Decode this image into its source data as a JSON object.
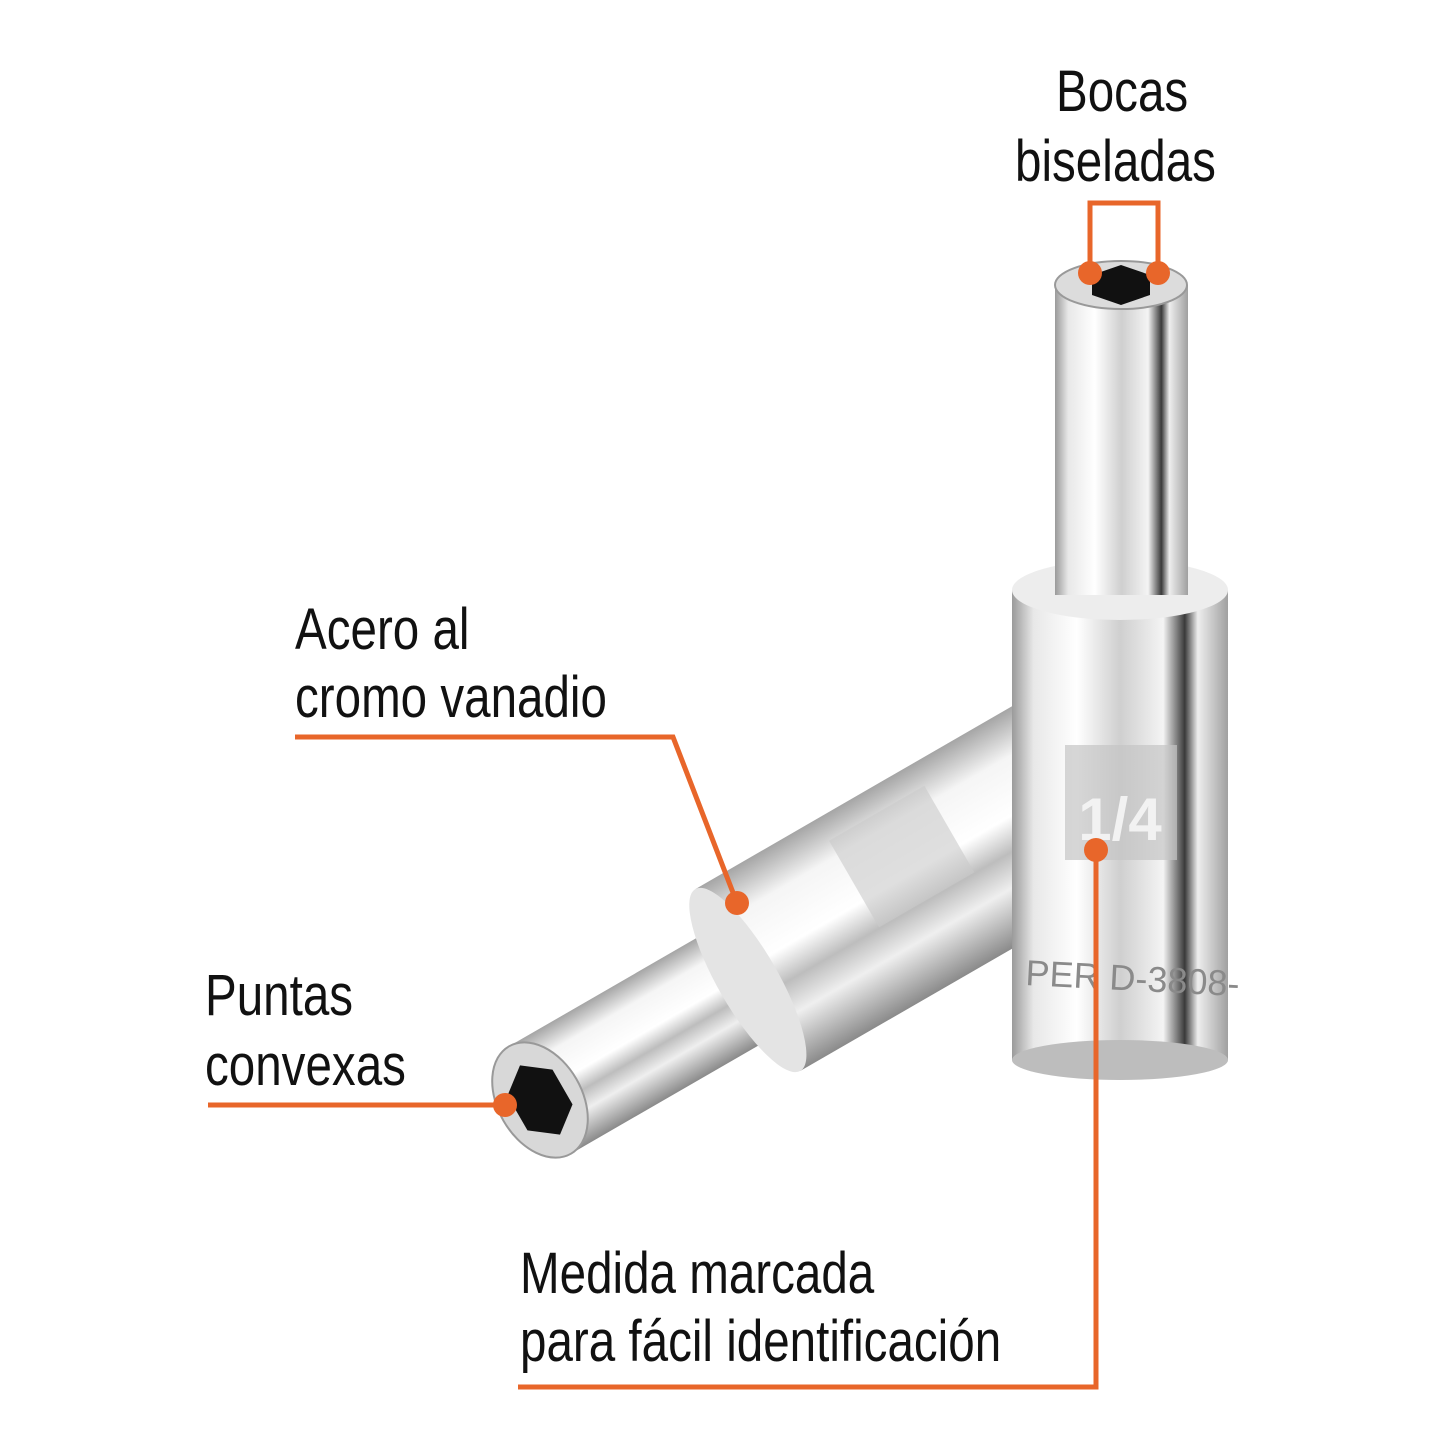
{
  "accent_color": "#e8662a",
  "callouts": {
    "bocas": {
      "line1": "Bocas",
      "line2": "biseladas"
    },
    "acero": {
      "line1": "Acero al",
      "line2": "cromo vanadio"
    },
    "puntas": {
      "line1": "Puntas",
      "line2": "convexas"
    },
    "medida": {
      "line1": "Medida marcada",
      "line2": "para fácil identificación"
    }
  },
  "product": {
    "size_marking": "1/4",
    "model_marking": "PER D-3808-"
  }
}
